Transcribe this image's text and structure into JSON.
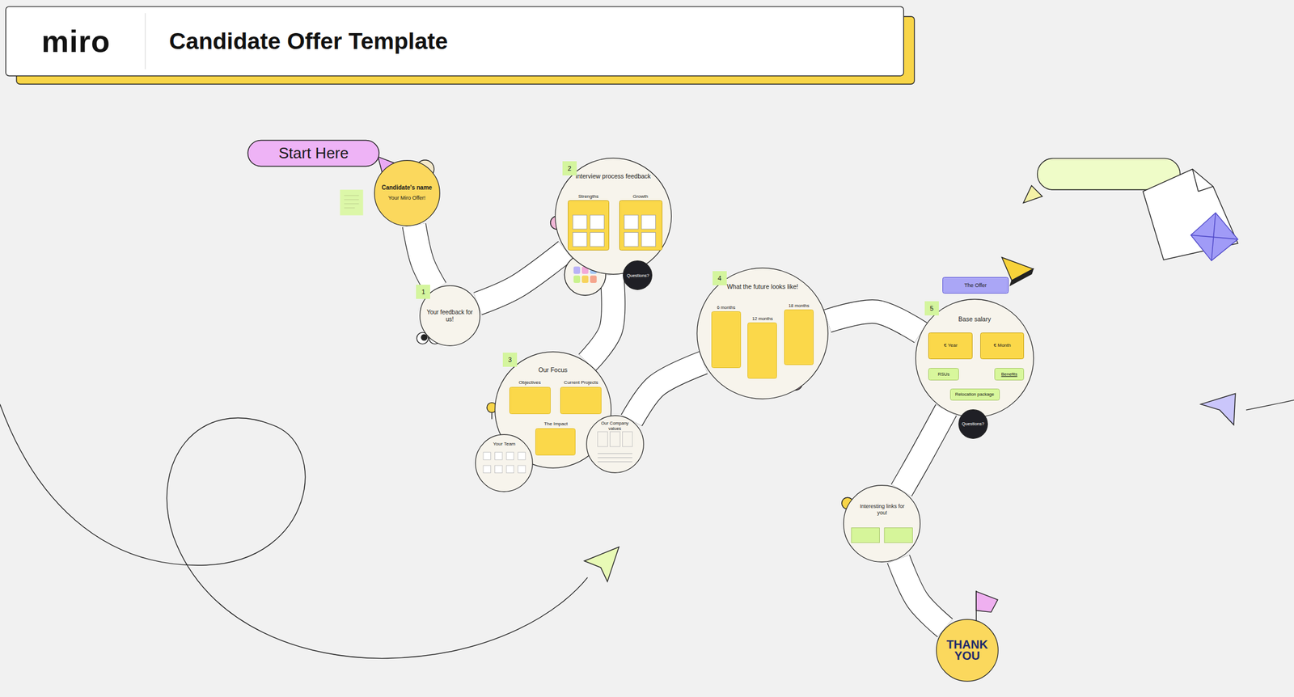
{
  "diagram": {
    "title": "Candidate Offer Template",
    "nodes": [
      {
        "text": [
          "Start Here"
        ]
      },
      {
        "text": [
          "Candidate's name",
          "Your Miro Offer!"
        ]
      },
      {
        "text": [
          "Your feedback for us!"
        ]
      },
      {
        "text": [
          "Interview process feedback"
        ]
      },
      {
        "text": [
          "Strengths"
        ],
        "in": 3
      },
      {
        "text": [
          "Growth"
        ],
        "in": 3
      },
      {
        "text": [
          "Questions?"
        ]
      },
      {
        "text": [
          "Our Focus"
        ]
      },
      {
        "text": [
          "Objectives"
        ],
        "in": 7
      },
      {
        "text": [
          "Current Projects"
        ],
        "in": 7
      },
      {
        "text": [
          "The Impact"
        ],
        "in": 7
      },
      {
        "text": [
          "Your Team"
        ]
      },
      {
        "text": [
          "Our Company values"
        ]
      },
      {
        "text": [
          "What the future looks like!"
        ]
      },
      {
        "text": [
          "6 months"
        ],
        "in": 13
      },
      {
        "text": [
          "12 months"
        ],
        "in": 13
      },
      {
        "text": [
          "18 months"
        ],
        "in": 13
      },
      {
        "text": [
          "The Offer"
        ]
      },
      {
        "text": [
          "Base salary"
        ]
      },
      {
        "text": [
          "€ Year"
        ],
        "in": 18
      },
      {
        "text": [
          "€ Month"
        ],
        "in": 18
      },
      {
        "text": [
          "RSUs"
        ],
        "in": 18
      },
      {
        "text": [
          "Benefits"
        ],
        "in": 18
      },
      {
        "text": [
          "Relocation package"
        ],
        "in": 18
      },
      {
        "text": [
          "Questions?"
        ]
      },
      {
        "text": [
          "Interesting links for you!"
        ]
      },
      {
        "text": [
          "THANK YOU"
        ]
      }
    ],
    "edges": [
      {
        "from": 1,
        "to": 2,
        "arrow": "none"
      },
      {
        "from": 2,
        "to": 3,
        "arrow": "none"
      },
      {
        "from": 3,
        "to": 7,
        "arrow": "none"
      },
      {
        "from": 12,
        "to": 13,
        "arrow": "none"
      },
      {
        "from": 13,
        "to": 18,
        "arrow": "none"
      },
      {
        "from": 18,
        "to": 25,
        "arrow": "none"
      },
      {
        "from": 25,
        "to": 26,
        "arrow": "none"
      }
    ],
    "labels": [
      "miro",
      "1",
      "2",
      "3",
      "4",
      "5"
    ]
  }
}
